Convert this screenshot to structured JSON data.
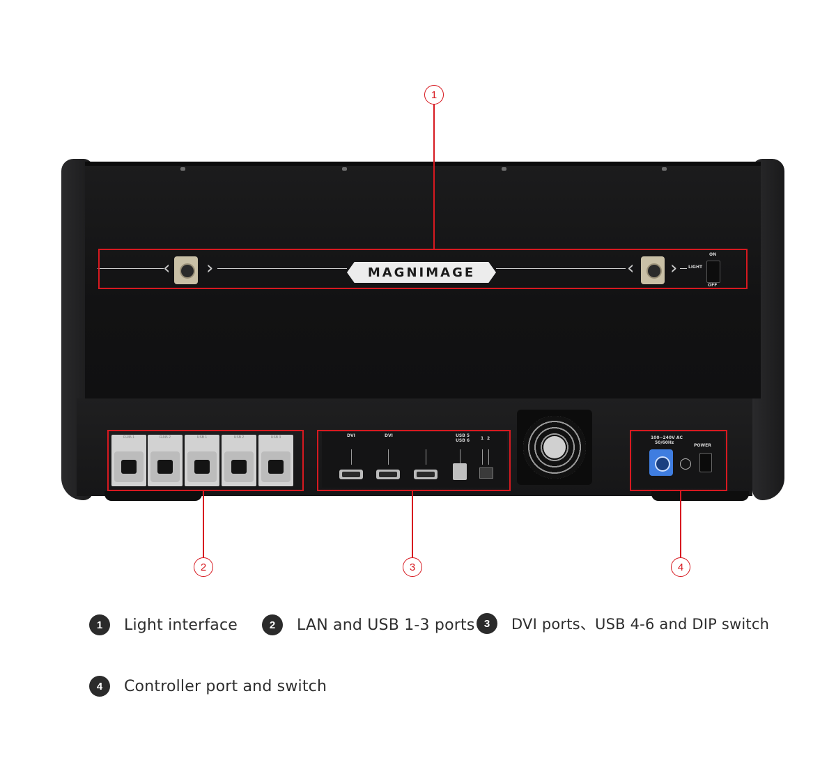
{
  "brand": "MAGNIMAGE",
  "panel_labels": {
    "light": "LIGHT",
    "on": "ON",
    "off": "OFF",
    "power": "POWER",
    "voltage": "100~240V AC",
    "frequency": "50/60Hz",
    "dvi": [
      "DVI",
      "DVI"
    ],
    "usb56_a": "USB 5",
    "usb56_b": "USB 6",
    "dip_1": "1",
    "dip_2": "2",
    "port_caps": [
      "RJ45 1",
      "RJ45 2",
      "USB 1",
      "USB 2",
      "USB 3"
    ]
  },
  "callouts": [
    "1",
    "2",
    "3",
    "4"
  ],
  "legend": [
    {
      "num": "1",
      "text": "Light interface"
    },
    {
      "num": "2",
      "text": "LAN and USB 1-3 ports"
    },
    {
      "num": "3",
      "text": "DVI ports、USB 4-6 and DIP switch"
    },
    {
      "num": "4",
      "text": "Controller port and switch"
    }
  ],
  "colors": {
    "callout": "#d71920",
    "device_body": "#151516",
    "powercon": "#3f7de0",
    "legend_badge": "#2b2b2b"
  }
}
